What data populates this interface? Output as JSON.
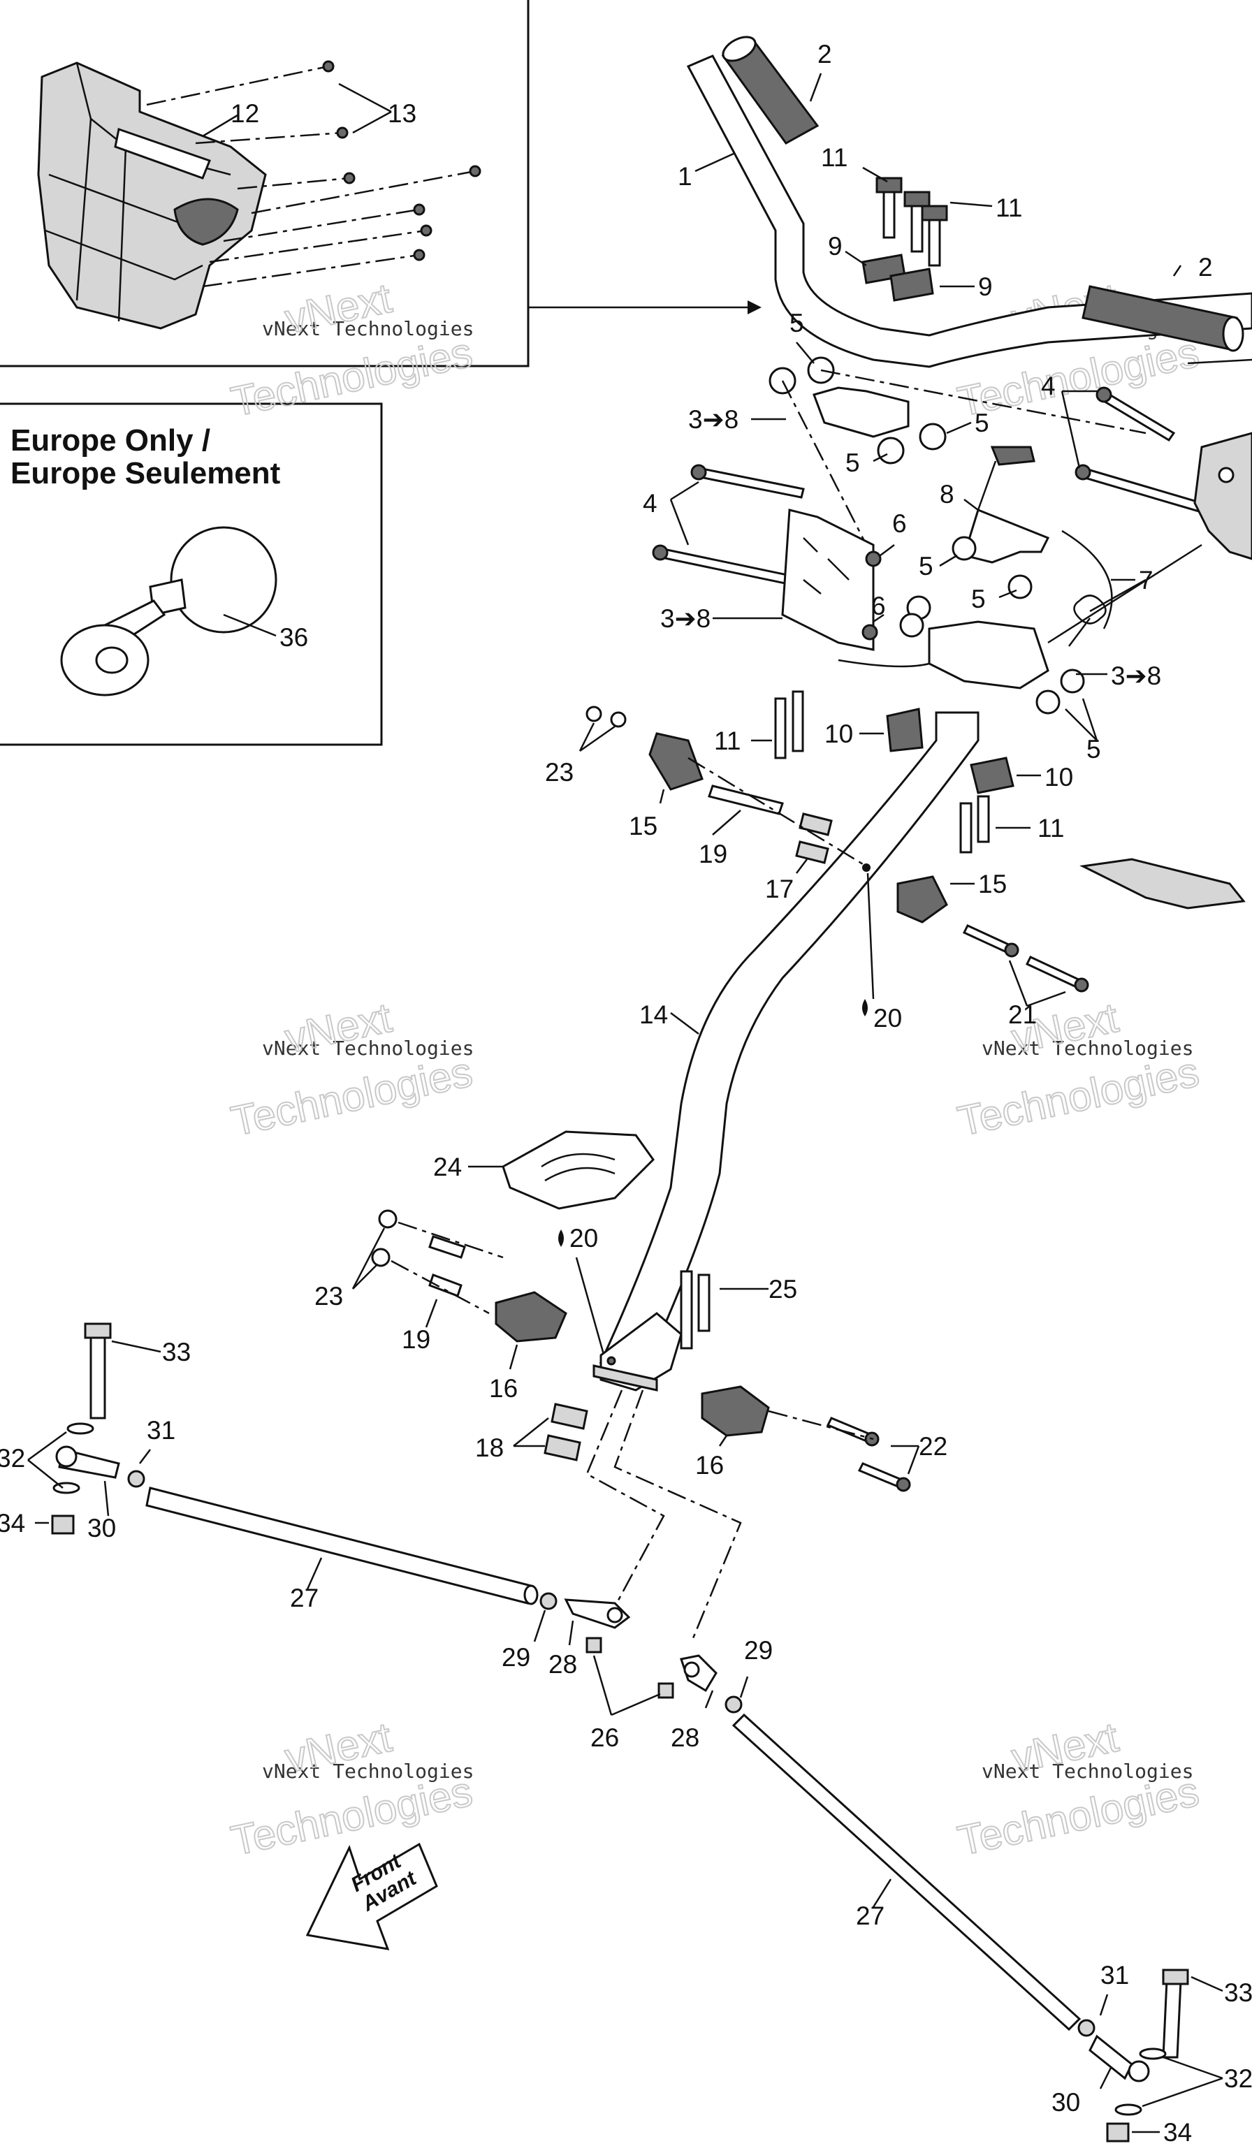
{
  "inset_europe": {
    "title_line1": "Europe Only /",
    "title_line2": "Europe Seulement"
  },
  "watermark": {
    "small": "vNext Technologies",
    "big_line1": "vNext",
    "big_line2": "Technologies"
  },
  "front_arrow": {
    "line1": "Front",
    "line2": "Avant"
  },
  "callouts": {
    "c1": "1",
    "c2a": "2",
    "c2b": "2",
    "c3_8a": "3➔8",
    "c3_8b": "3➔8",
    "c3_8c": "3➔8",
    "c4a": "4",
    "c4b": "4",
    "c5a": "5",
    "c5b": "5",
    "c5c": "5",
    "c5d": "5",
    "c5e": "5",
    "c5f": "5",
    "c6a": "6",
    "c6b": "6",
    "c7": "7",
    "c8": "8",
    "c9a": "9",
    "c9b": "9",
    "c10a": "10",
    "c10b": "10",
    "c11a": "11",
    "c11b": "11",
    "c11c": "11",
    "c11d": "11",
    "c12": "12",
    "c13": "13",
    "c14": "14",
    "c15a": "15",
    "c15b": "15",
    "c16a": "16",
    "c16b": "16",
    "c17": "17",
    "c18": "18",
    "c19a": "19",
    "c19b": "19",
    "c20a": "20",
    "c20b": "20",
    "c21": "21",
    "c22": "22",
    "c23a": "23",
    "c23b": "23",
    "c24": "24",
    "c25": "25",
    "c26": "26",
    "c27a": "27",
    "c27b": "27",
    "c28a": "28",
    "c28b": "28",
    "c29a": "29",
    "c29b": "29",
    "c30a": "30",
    "c30b": "30",
    "c31a": "31",
    "c31b": "31",
    "c32a": "32",
    "c32b": "32",
    "c33a": "33",
    "c33b": "33",
    "c34a": "34",
    "c34b": "34",
    "c36": "36"
  }
}
